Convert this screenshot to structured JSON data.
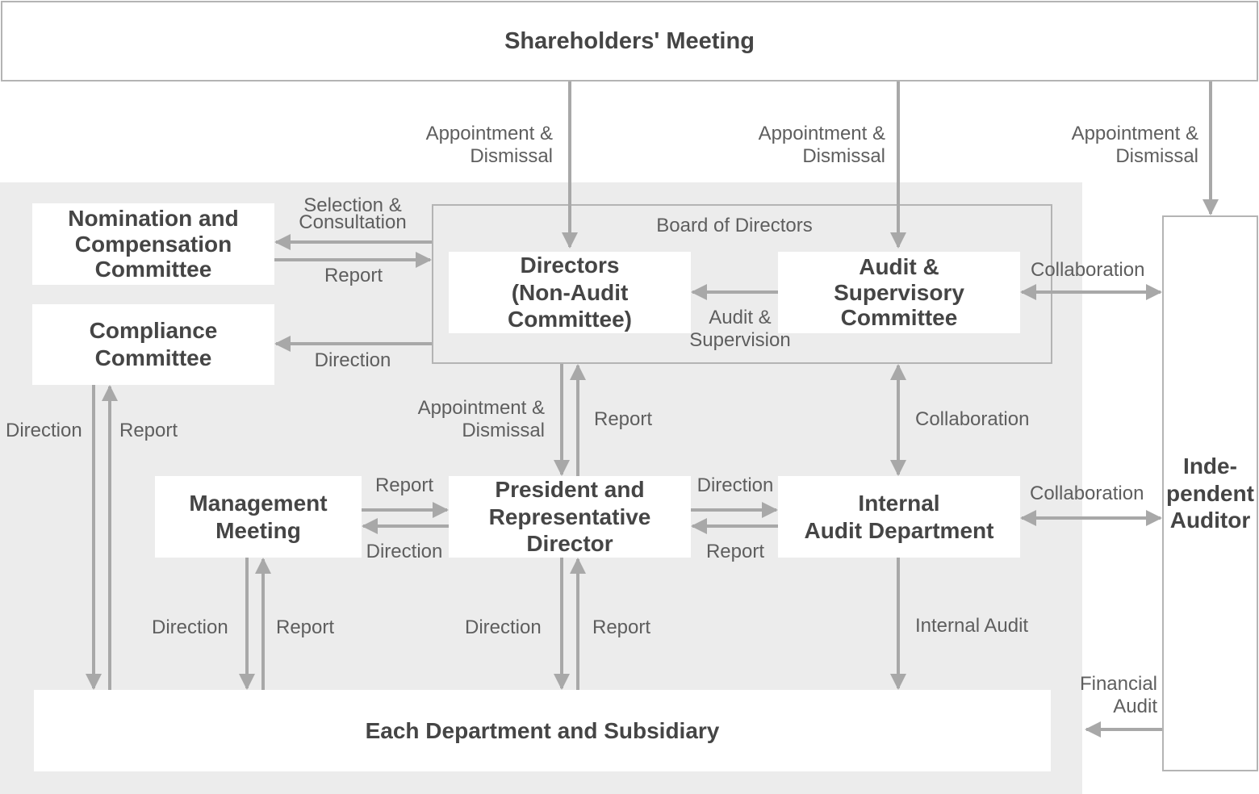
{
  "nodes": {
    "shareholders": "Shareholders' Meeting",
    "board": "Board of Directors",
    "nomination": [
      "Nomination and",
      "Compensation",
      "Committee"
    ],
    "compliance": [
      "Compliance",
      "Committee"
    ],
    "directors": [
      "Directors",
      "(Non-Audit Committee)"
    ],
    "audit_committee": [
      "Audit &",
      "Supervisory",
      "Committee"
    ],
    "management": [
      "Management",
      "Meeting"
    ],
    "president": [
      "President and",
      "Representative Director"
    ],
    "internal_audit": [
      "Internal",
      "Audit Department"
    ],
    "departments": "Each Department and Subsidiary",
    "auditor": [
      "Inde-",
      "pendent",
      "Auditor"
    ]
  },
  "edges": {
    "appt1": [
      "Appointment &",
      "Dismissal"
    ],
    "appt2": [
      "Appointment &",
      "Dismissal"
    ],
    "appt3": [
      "Appointment &",
      "Dismissal"
    ],
    "selection": [
      "Selection &",
      "Consultation"
    ],
    "report_nom": "Report",
    "direction_comp": "Direction",
    "audit_sup": [
      "Audit &",
      "Supervision"
    ],
    "collab1": "Collaboration",
    "appt_pres": [
      "Appointment &",
      "Dismissal"
    ],
    "report_pres": "Report",
    "collab_mid": "Collaboration",
    "direction_left": "Direction",
    "report_left": "Report",
    "report_mm": "Report",
    "direction_mm": "Direction",
    "direction_ia": "Direction",
    "report_ia": "Report",
    "collab2": "Collaboration",
    "direction_mm_down": "Direction",
    "report_mm_up": "Report",
    "direction_pres_down": "Direction",
    "report_pres_up": "Report",
    "internal_audit": "Internal Audit",
    "financial_audit": [
      "Financial",
      "Audit"
    ]
  },
  "colors": {
    "line": "#a8a8a8",
    "panel": "#ececec",
    "border": "#b4b4b4",
    "text": "#454545"
  }
}
